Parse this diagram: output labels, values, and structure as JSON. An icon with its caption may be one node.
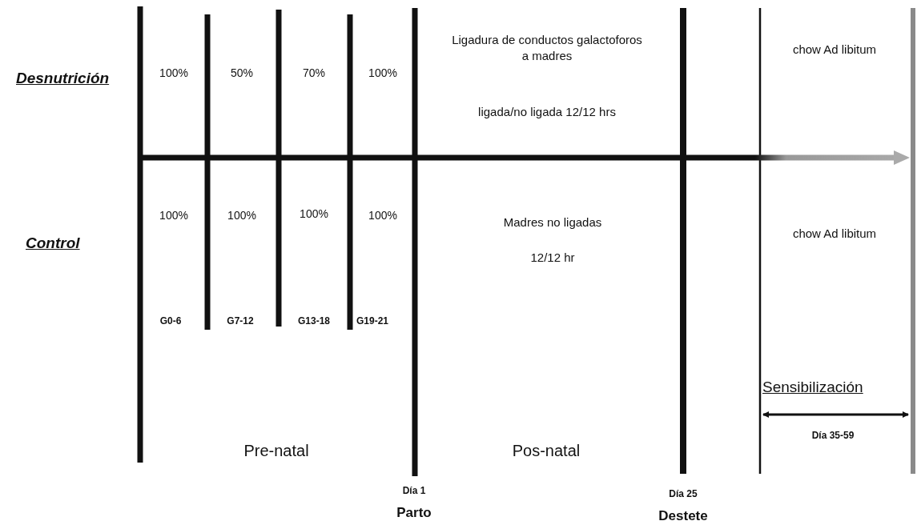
{
  "diagram": {
    "labels": [
      "Desnutrición",
      "100%",
      "50%",
      "70%",
      "100%",
      "Ligadura de conductos galactoforos a madres",
      "ligada/no ligada 12/12 hrs",
      "chow Ad libitum",
      "Control",
      "100%",
      "100%",
      "100%",
      "100%",
      "Madres no ligadas",
      "12/12 hr",
      "chow Ad libitum",
      "G0-6",
      "G7-12",
      "G13-18",
      "G19-21",
      "Sensibilización",
      "Pre-natal",
      "Pos-natal",
      "Día 35-59",
      "Día 1",
      "Parto",
      "Día 25",
      "Destete"
    ]
  }
}
